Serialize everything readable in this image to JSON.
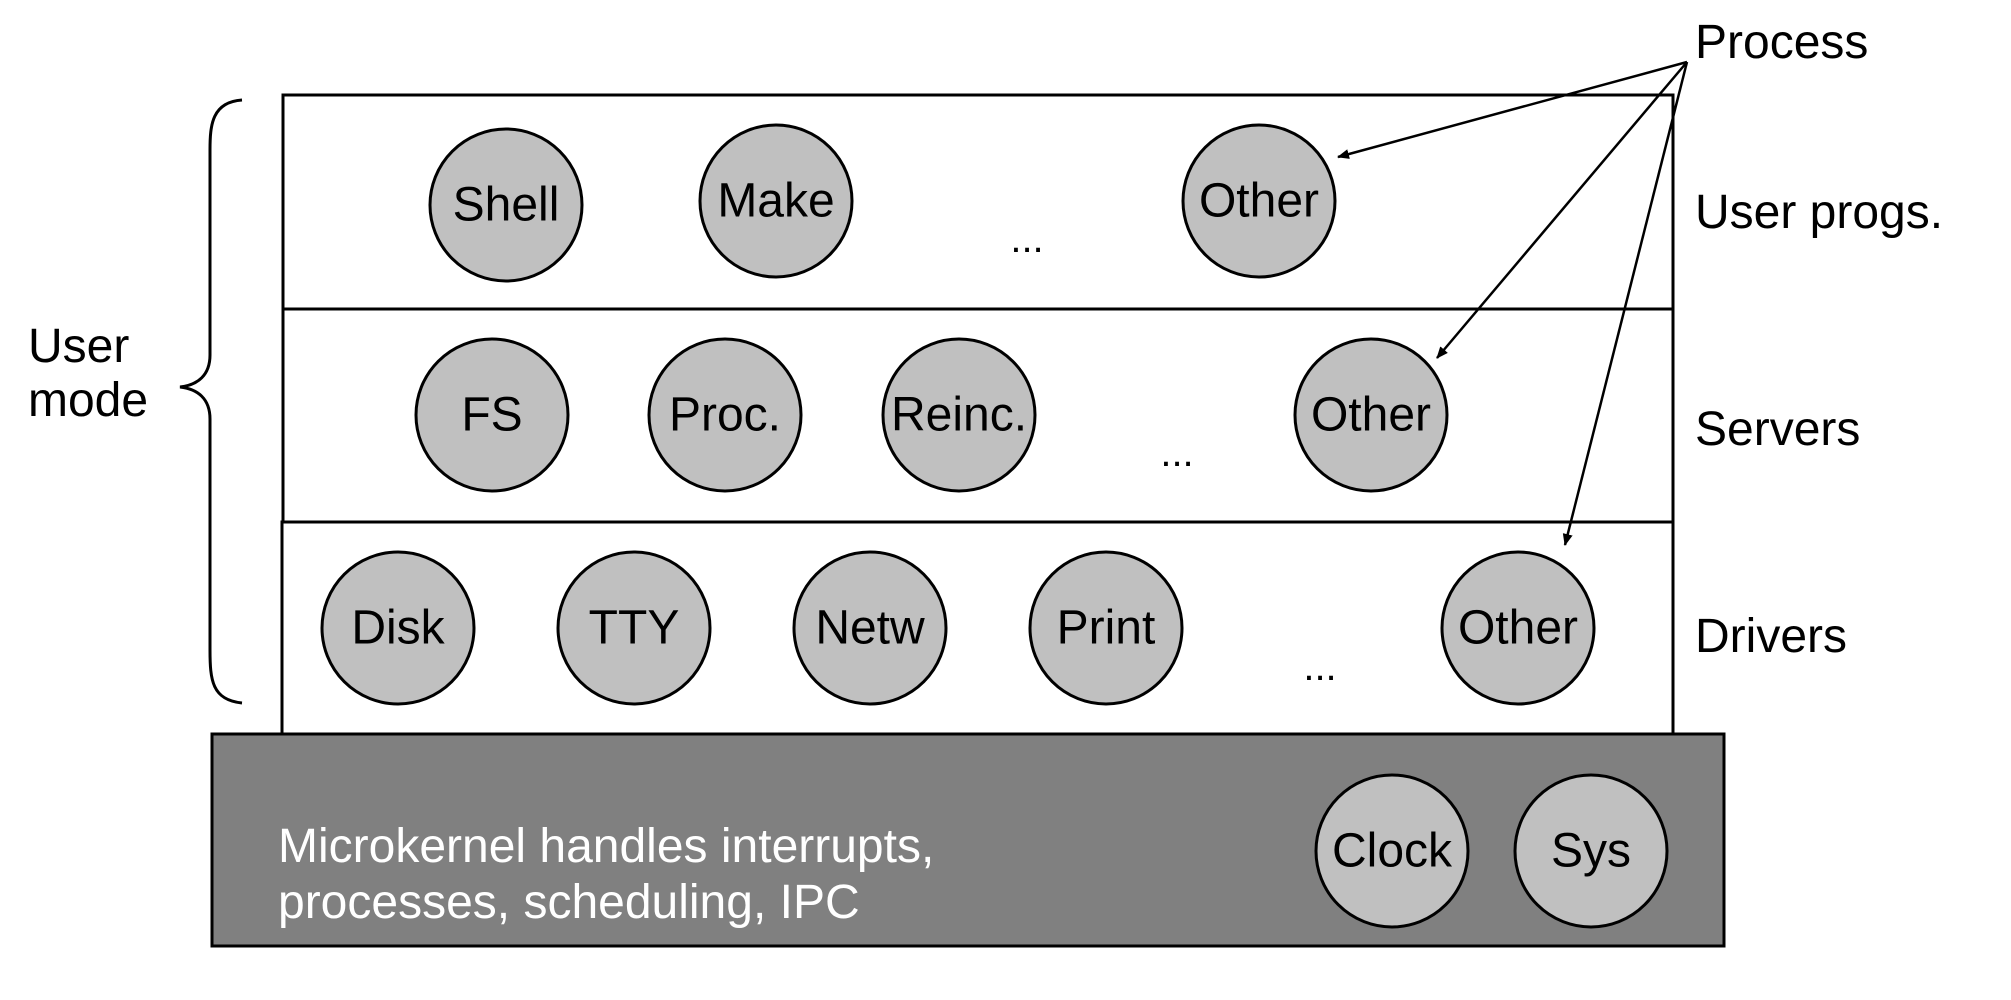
{
  "colors": {
    "layer_fill": "#ffffff",
    "node_fill": "#c0c0c0",
    "kernel_fill": "#808080",
    "kernel_text": "#ffffff",
    "stroke": "#000000"
  },
  "labels": {
    "process": "Process",
    "user_mode_line1": "User",
    "user_mode_line2": "mode"
  },
  "layers": {
    "user_progs": {
      "label": "User progs.",
      "nodes": [
        "Shell",
        "Make",
        "Other"
      ],
      "ellipsis": "..."
    },
    "servers": {
      "label": "Servers",
      "nodes": [
        "FS",
        "Proc.",
        "Reinc.",
        "Other"
      ],
      "ellipsis": "..."
    },
    "drivers": {
      "label": "Drivers",
      "nodes": [
        "Disk",
        "TTY",
        "Netw",
        "Print",
        "Other"
      ],
      "ellipsis": "..."
    }
  },
  "kernel": {
    "line1": "Microkernel handles interrupts,",
    "line2": "processes, scheduling, IPC",
    "nodes": [
      "Clock",
      "Sys"
    ]
  }
}
